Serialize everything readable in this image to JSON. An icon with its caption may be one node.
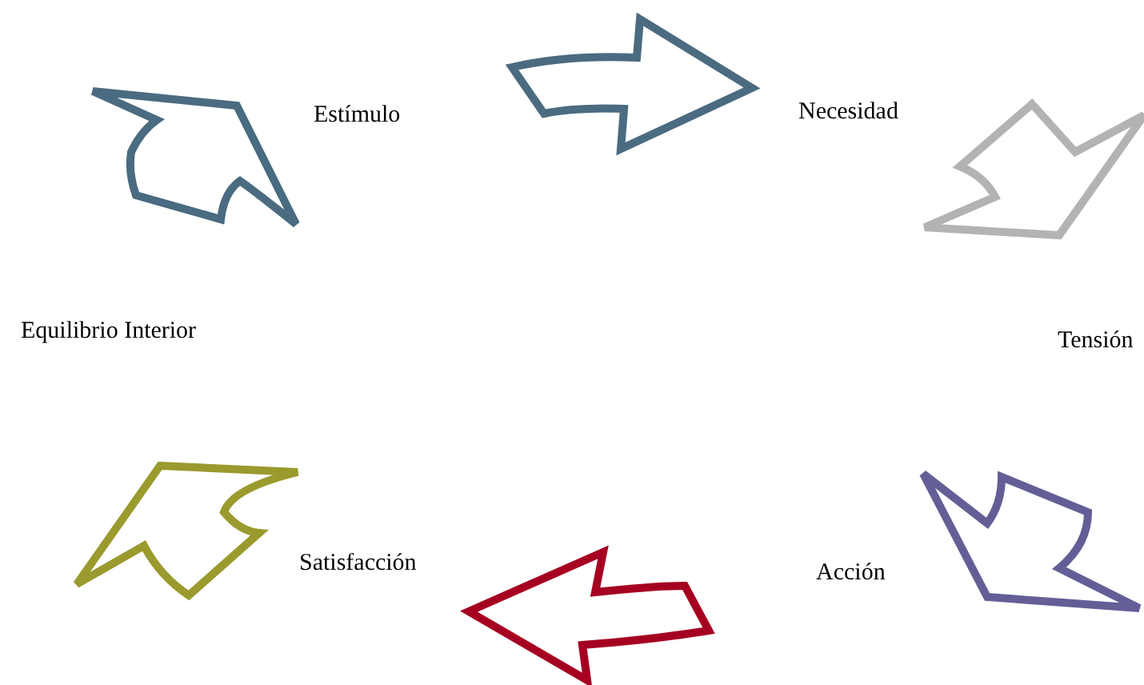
{
  "diagram": {
    "nodes": [
      {
        "text": [
          "Estímulo"
        ]
      },
      {
        "text": [
          "Necesidad"
        ]
      },
      {
        "text": [
          "Tensión"
        ]
      },
      {
        "text": [
          "Acción"
        ]
      },
      {
        "text": [
          "Satisfacción"
        ]
      },
      {
        "text": [
          "Equilibrio Interior"
        ]
      }
    ],
    "edges": [
      {
        "from": 5,
        "to": 0,
        "arrow": "to",
        "style": "thick",
        "color": "#4a6b80"
      },
      {
        "from": 0,
        "to": 1,
        "arrow": "to",
        "style": "thick",
        "color": "#4a6b80"
      },
      {
        "from": 1,
        "to": 2,
        "arrow": "to",
        "style": "thick",
        "color": "#b3b3b3"
      },
      {
        "from": 2,
        "to": 3,
        "arrow": "to",
        "style": "thick",
        "color": "#635f96"
      },
      {
        "from": 3,
        "to": 4,
        "arrow": "to",
        "style": "thick",
        "color": "#a50021"
      },
      {
        "from": 4,
        "to": 5,
        "arrow": "to",
        "style": "thick",
        "color": "#9a9a2e"
      }
    ]
  }
}
